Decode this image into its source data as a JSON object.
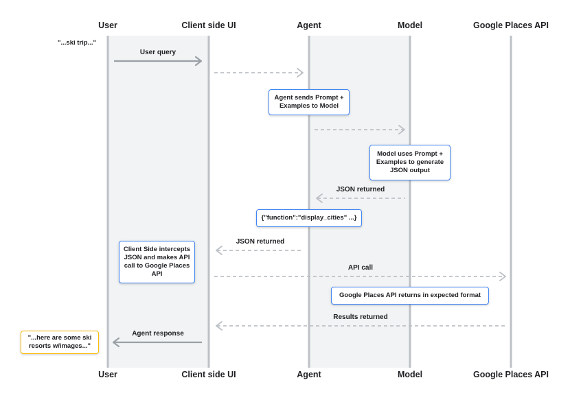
{
  "participants": [
    "User",
    "Client side UI",
    "Agent",
    "Model",
    "Google Places API"
  ],
  "user_utterance": "\"...ski trip...\"",
  "messages": {
    "user_query": "User query",
    "json_returned_1": "JSON returned",
    "json_returned_2": "JSON returned",
    "api_call": "API call",
    "results_returned": "Results returned",
    "agent_response": "Agent response"
  },
  "notes": {
    "agent_sends": "Agent sends Prompt + Examples to Model",
    "model_uses": "Model uses Prompt + Examples to generate JSON output",
    "function_call": "{\"function\":\"display_cities\" ...}",
    "client_intercepts": "Client Side intercepts JSON and makes API call to Google Places API",
    "places_returns": "Google Places API returns in expected format",
    "final_response": "\"...here are some ski resorts w/images...\""
  },
  "colors": {
    "note_border": "#4285f4",
    "final_border": "#fbbc04",
    "lane_bg": "#f1f3f4",
    "line": "#bdc1c6"
  }
}
